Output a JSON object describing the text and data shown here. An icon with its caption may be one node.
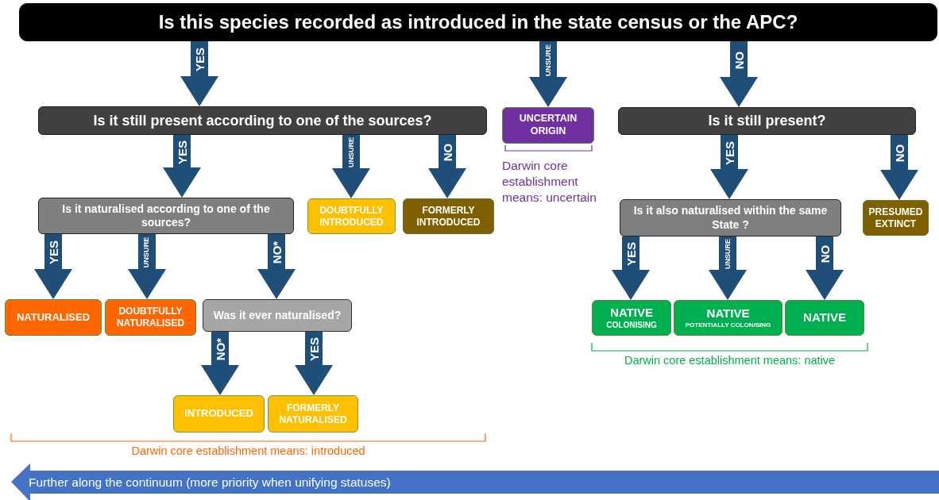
{
  "diagram": {
    "nodes": [
      {
        "text": [
          "Is this species recorded as introduced in the state census or the APC?"
        ]
      },
      {
        "text": [
          "Is it still present according to one of the sources?"
        ]
      },
      {
        "text": [
          "UNCERTAIN ORIGIN"
        ]
      },
      {
        "text": [
          "Is it still present?"
        ]
      },
      {
        "text": [
          "Is it naturalised according to one of the sources?"
        ]
      },
      {
        "text": [
          "DOUBTFULLY INTRODUCED"
        ]
      },
      {
        "text": [
          "FORMERLY INTRODUCED"
        ]
      },
      {
        "text": [
          "Is it also naturalised within the same State ?"
        ]
      },
      {
        "text": [
          "PRESUMED EXTINCT"
        ]
      },
      {
        "text": [
          "NATURALISED"
        ]
      },
      {
        "text": [
          "DOUBTFULLY NATURALISED"
        ]
      },
      {
        "text": [
          "Was it ever naturalised?"
        ]
      },
      {
        "text": [
          "NATIVE",
          "COLONISING"
        ]
      },
      {
        "text": [
          "NATIVE",
          "POTENTIALLY COLONISING"
        ]
      },
      {
        "text": [
          "NATIVE"
        ]
      },
      {
        "text": [
          "INTRODUCED"
        ]
      },
      {
        "text": [
          "FORMERLY NATURALISED"
        ]
      }
    ],
    "edges": [
      {
        "from": 0,
        "to": 1,
        "arrow": "to",
        "label": "YES"
      },
      {
        "from": 0,
        "to": 2,
        "arrow": "to",
        "label": "UNSURE"
      },
      {
        "from": 0,
        "to": 3,
        "arrow": "to",
        "label": "NO"
      },
      {
        "from": 1,
        "to": 4,
        "arrow": "to",
        "label": "YES"
      },
      {
        "from": 1,
        "to": 5,
        "arrow": "to",
        "label": "UNSURE"
      },
      {
        "from": 1,
        "to": 6,
        "arrow": "to",
        "label": "NO"
      },
      {
        "from": 3,
        "to": 7,
        "arrow": "to",
        "label": "YES"
      },
      {
        "from": 3,
        "to": 8,
        "arrow": "to",
        "label": "NO"
      },
      {
        "from": 4,
        "to": 9,
        "arrow": "to",
        "label": "YES"
      },
      {
        "from": 4,
        "to": 10,
        "arrow": "to",
        "label": "UNSURE"
      },
      {
        "from": 4,
        "to": 11,
        "arrow": "to",
        "label": "NO*"
      },
      {
        "from": 7,
        "to": 12,
        "arrow": "to",
        "label": "YES"
      },
      {
        "from": 7,
        "to": 13,
        "arrow": "to",
        "label": "UNSURE"
      },
      {
        "from": 7,
        "to": 14,
        "arrow": "to",
        "label": "NO"
      },
      {
        "from": 11,
        "to": 15,
        "arrow": "to",
        "label": "NO*"
      },
      {
        "from": 11,
        "to": 16,
        "arrow": "to",
        "label": "YES"
      }
    ],
    "labels": [
      "Darwin core establishment means: uncertain",
      "Darwin core establishment means: native",
      "Darwin core establishment means: introduced",
      "Further along the continuum (more priority when unifying statuses)"
    ]
  }
}
